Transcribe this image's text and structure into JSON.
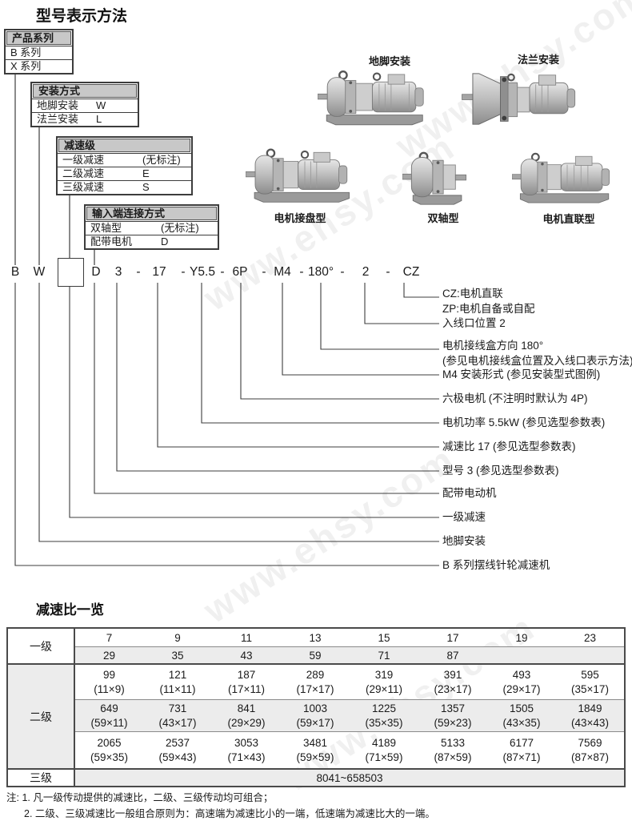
{
  "page": {
    "title_model": "型号表示方法",
    "title_table": "减速比一览",
    "watermark": "www.ehsy.com"
  },
  "legend_boxes": [
    {
      "header": "产品系列",
      "rows": [
        {
          "label": "B 系列",
          "code": ""
        },
        {
          "label": "X 系列",
          "code": ""
        }
      ]
    },
    {
      "header": "安装方式",
      "rows": [
        {
          "label": "地脚安装",
          "code": "W"
        },
        {
          "label": "法兰安装",
          "code": "L"
        }
      ]
    },
    {
      "header": "减速级",
      "rows": [
        {
          "label": "一级减速",
          "code": "(无标注)"
        },
        {
          "label": "二级减速",
          "code": "E"
        },
        {
          "label": "三级减速",
          "code": "S"
        }
      ]
    },
    {
      "header": "输入端连接方式",
      "rows": [
        {
          "label": "双轴型",
          "code": "(无标注)"
        },
        {
          "label": "配带电机",
          "code": "D"
        }
      ]
    }
  ],
  "product_images": {
    "top": [
      {
        "label": "地脚安装"
      },
      {
        "label": "法兰安装"
      }
    ],
    "bottom": [
      {
        "label": "电机接盘型"
      },
      {
        "label": "双轴型"
      },
      {
        "label": "电机直联型"
      }
    ]
  },
  "model_code": {
    "segments": [
      "B",
      "W",
      "D",
      "3",
      "-",
      "17",
      "-",
      "Y5.5",
      "-",
      "6P",
      "-",
      "M4",
      "-",
      "180°",
      "-",
      "2",
      "-",
      "CZ"
    ]
  },
  "annotations": [
    {
      "lines": [
        "CZ:电机直联",
        "ZP:电机自备或自配"
      ]
    },
    {
      "lines": [
        "入线口位置 2"
      ]
    },
    {
      "lines": [
        "电机接线盒方向 180°",
        "(参见电机接线盒位置及入线口表示方法)"
      ]
    },
    {
      "lines": [
        "M4 安装形式 (参见安装型式图例)"
      ]
    },
    {
      "lines": [
        "六极电机 (不注明时默认为 4P)"
      ]
    },
    {
      "lines": [
        "电机功率 5.5kW (参见选型参数表)"
      ]
    },
    {
      "lines": [
        "减速比 17 (参见选型参数表)"
      ]
    },
    {
      "lines": [
        "型号 3 (参见选型参数表)"
      ]
    },
    {
      "lines": [
        "配带电动机"
      ]
    },
    {
      "lines": [
        "一级减速"
      ]
    },
    {
      "lines": [
        "地脚安装"
      ]
    },
    {
      "lines": [
        "B 系列摆线针轮减速机"
      ]
    }
  ],
  "chart_data": {
    "type": "table",
    "title": "减速比一览",
    "groups": [
      {
        "label": "一级",
        "simple_rows": [
          [
            "7",
            "9",
            "11",
            "13",
            "15",
            "17",
            "19",
            "23"
          ],
          [
            "29",
            "35",
            "43",
            "59",
            "71",
            "87",
            "",
            ""
          ]
        ]
      },
      {
        "label": "二级",
        "detail_rows": [
          [
            {
              "value": "99",
              "factors": "(11×9)"
            },
            {
              "value": "121",
              "factors": "(11×11)"
            },
            {
              "value": "187",
              "factors": "(17×11)"
            },
            {
              "value": "289",
              "factors": "(17×17)"
            },
            {
              "value": "319",
              "factors": "(29×11)"
            },
            {
              "value": "391",
              "factors": "(23×17)"
            },
            {
              "value": "493",
              "factors": "(29×17)"
            },
            {
              "value": "595",
              "factors": "(35×17)"
            }
          ],
          [
            {
              "value": "649",
              "factors": "(59×11)"
            },
            {
              "value": "731",
              "factors": "(43×17)"
            },
            {
              "value": "841",
              "factors": "(29×29)"
            },
            {
              "value": "1003",
              "factors": "(59×17)"
            },
            {
              "value": "1225",
              "factors": "(35×35)"
            },
            {
              "value": "1357",
              "factors": "(59×23)"
            },
            {
              "value": "1505",
              "factors": "(43×35)"
            },
            {
              "value": "1849",
              "factors": "(43×43)"
            }
          ],
          [
            {
              "value": "2065",
              "factors": "(59×35)"
            },
            {
              "value": "2537",
              "factors": "(59×43)"
            },
            {
              "value": "3053",
              "factors": "(71×43)"
            },
            {
              "value": "3481",
              "factors": "(59×59)"
            },
            {
              "value": "4189",
              "factors": "(71×59)"
            },
            {
              "value": "5133",
              "factors": "(87×59)"
            },
            {
              "value": "6177",
              "factors": "(87×71)"
            },
            {
              "value": "7569",
              "factors": "(87×87)"
            }
          ]
        ]
      },
      {
        "label": "三级",
        "span_value": "8041~658503"
      }
    ]
  },
  "notes": {
    "prefix": "注:",
    "items": [
      "1. 凡一级传动提供的减速比，二级、三级传动均可组合；",
      "2. 二级、三级减速比一般组合原则为：高速端为减速比小的一端，低速端为减速比大的一端。"
    ]
  }
}
